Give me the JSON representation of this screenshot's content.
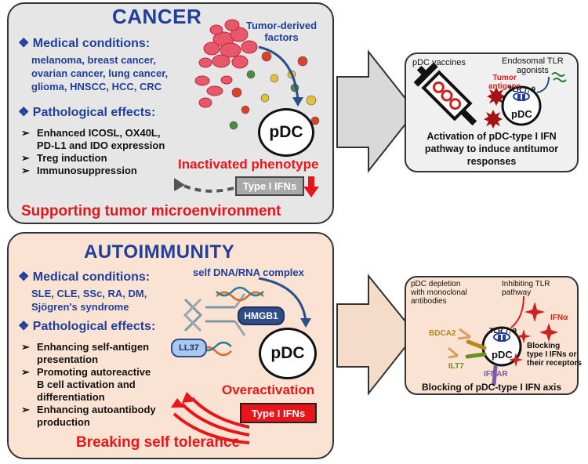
{
  "cancer": {
    "title": "CANCER",
    "tumor_factors": "Tumor-derived\nfactors",
    "conditions_heading": "❖ Medical conditions:",
    "conditions": [
      "melanoma, breast cancer,",
      "ovarian cancer, lung cancer,",
      "glioma, HNSCC, HCC, CRC"
    ],
    "effects_heading": "❖ Pathological effects:",
    "effects": [
      {
        "marker": "➢",
        "lines": [
          "Enhanced ICOSL, OX40L,",
          "PD-L1 and IDO expression"
        ]
      },
      {
        "marker": "➢",
        "lines": [
          "Treg induction"
        ]
      },
      {
        "marker": "➢",
        "lines": [
          "Immunosuppression"
        ]
      }
    ],
    "pdc_label": "pDC",
    "phenotype": "Inactivated phenotype",
    "ifn_label": "Type I IFNs",
    "footer": "Supporting tumor microenvironment"
  },
  "autoimmunity": {
    "title": "AUTOIMMUNITY",
    "conditions_heading": "❖ Medical conditions:",
    "conditions": [
      "SLE, CLE, SSc, RA, DM,",
      "Sjögren's syndrome"
    ],
    "complex_label": "self DNA/RNA complex",
    "hmgb1": "HMGB1",
    "ll37": "LL37",
    "effects_heading": "❖ Pathological effects:",
    "effects": [
      {
        "marker": "➢",
        "lines": [
          "Enhancing self-antigen",
          "presentation"
        ]
      },
      {
        "marker": "➢",
        "lines": [
          "Promoting autoreactive",
          "B cell activation and",
          "differentiation"
        ]
      },
      {
        "marker": "➢",
        "lines": [
          "Enhancing autoantibody",
          "production"
        ]
      }
    ],
    "pdc_label": "pDC",
    "phenotype": "Overactivation",
    "ifn_label": "Type I IFNs",
    "footer": "Breaking self tolerance"
  },
  "therapy_top": {
    "vaccines": "pDC vaccines",
    "tlr_agonists": "Endosomal TLR\nagonists",
    "tumor_antigens": "Tumor\nantigens",
    "tlr": "TLR 7, 9",
    "pdc_label": "pDC",
    "caption": [
      "Activation of pDC-type I IFN",
      "pathway to induce antitumor",
      "responses"
    ]
  },
  "therapy_bottom": {
    "depletion": "pDC depletion\nwith monoclonal\nantibodies",
    "inhibiting": "Inhibiting TLR\npathway",
    "ifna": "IFNα",
    "bdca2": "BDCA2",
    "ilt7": "ILT7",
    "ifnar": "IFNAR",
    "blocking": "Blocking\ntype I IFNs or\ntheir receptors",
    "tlr": "TLR 7, 9",
    "pdc_label": "pDC",
    "caption": "Blocking of pDC-type I IFN axis"
  },
  "colors": {
    "cancer_bg": "#e6e6e6",
    "auto_bg": "#fbe3d3",
    "title_blue": "#1f3f9a",
    "red": "#e8151b",
    "arrow_fill": "#d9d9d9",
    "arrow_fill_peach": "#f4dcc8"
  }
}
